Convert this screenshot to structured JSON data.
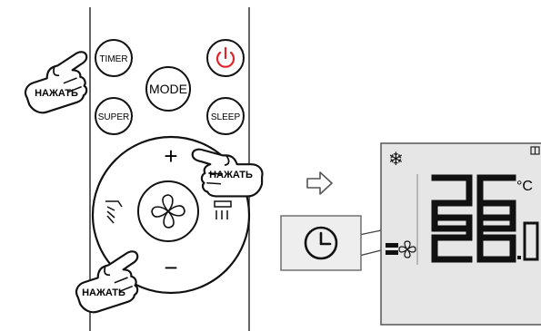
{
  "remote": {
    "timer_label": "TIMER",
    "mode_label": "MODE",
    "super_label": "SUPER",
    "sleep_label": "SLEEP",
    "plus_label": "+",
    "minus_label": "−",
    "power_color": "#e0242b",
    "icons": [
      "power-icon",
      "fan-icon",
      "swing-left-icon",
      "swing-right-icon"
    ]
  },
  "hands": [
    {
      "id": "timer",
      "label": "НАЖАТЬ"
    },
    {
      "id": "plus",
      "label": "НАЖАТЬ"
    },
    {
      "id": "minus",
      "label": "НАЖАТЬ"
    }
  ],
  "arrow": {
    "icon": "arrow-right-icon"
  },
  "callout": {
    "icon": "clock-icon"
  },
  "display": {
    "snowflake_icon": "snowflake-icon",
    "temperature": "26",
    "temp_unit": "°C",
    "second_value": "26.0",
    "fan_icon": "fan-icon"
  }
}
